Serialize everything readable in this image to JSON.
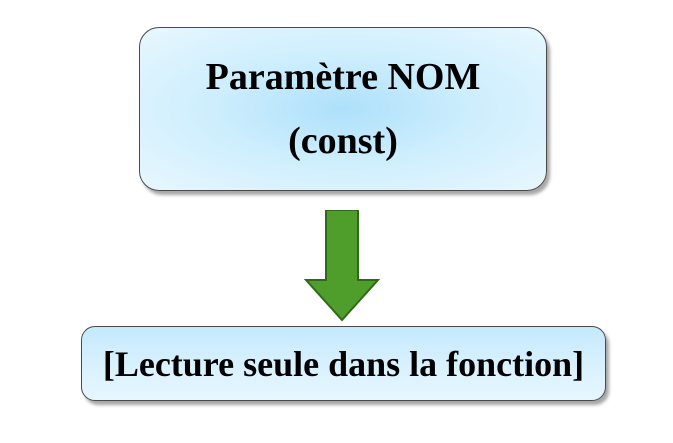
{
  "diagram": {
    "top_box": {
      "title": "Paramètre NOM",
      "subtitle": "(const)"
    },
    "bottom_box": {
      "text": "[Lecture seule dans la fonction]"
    },
    "arrow": {
      "direction": "down",
      "fill_color": "#4f9e2c",
      "stroke_color": "#2f6a18"
    },
    "colors": {
      "box_fill": "#cdeefd",
      "box_border": "#4a4a4a"
    }
  }
}
